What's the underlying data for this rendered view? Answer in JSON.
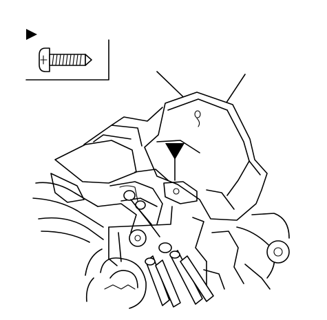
{
  "figure": {
    "subject": "service-diagram",
    "callout_box": {
      "marker": "filled-triangle-right",
      "part": "pan-head-screw"
    },
    "markers": [
      "filled-triangle-down"
    ],
    "leader_lines": 2,
    "colors": {
      "line": "#000000",
      "background": "#ffffff"
    }
  }
}
